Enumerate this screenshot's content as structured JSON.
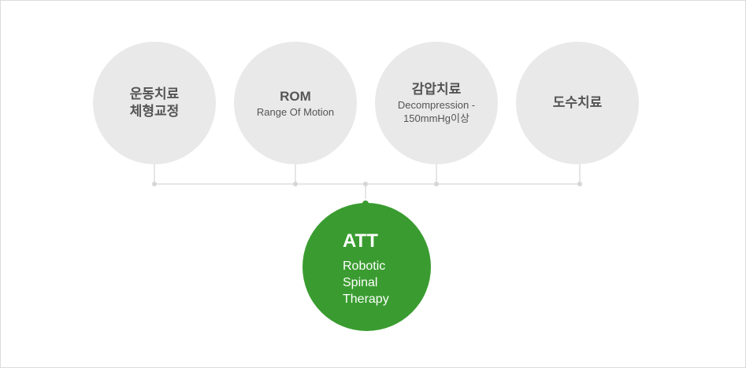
{
  "treatments": [
    {
      "title": "운동치료",
      "line2": "체형교정",
      "subtitle": ""
    },
    {
      "title": "ROM",
      "line2": "",
      "subtitle": "Range Of Motion"
    },
    {
      "title": "감압치료",
      "line2": "",
      "subtitle": "Decompression - 150mmHg이상"
    },
    {
      "title": "도수치료",
      "line2": "",
      "subtitle": ""
    }
  ],
  "main": {
    "title": "ATT",
    "description": "Robotic Spinal Therapy"
  },
  "colors": {
    "accent": "#3a9c30",
    "circle_bg": "#e9e9e9",
    "connector": "#dedede"
  }
}
